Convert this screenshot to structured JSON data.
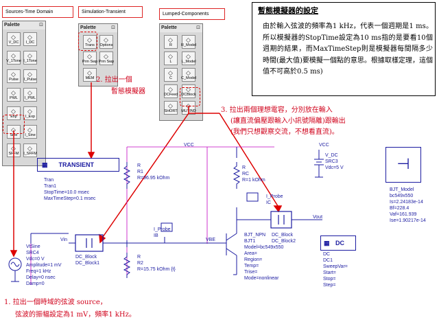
{
  "tabs": {
    "sources": "Sources-Time Domain",
    "simulation": "Simulation-Transient",
    "lumped": "Lumped-Components"
  },
  "palette_label": "Palette",
  "source_palette": [
    "V_DC",
    "I_DC",
    "V_1Tone",
    "I_1Tone",
    "Pulse",
    "I_Pulse",
    "PWL",
    "I_PWL",
    "Exp",
    "I_Exp",
    "Sine",
    "I_Sine",
    "SFFM",
    "I_SFFM"
  ],
  "sim_palette": [
    "Trans",
    "Options",
    "Prm Swp",
    "Prm Swp",
    "MEM"
  ],
  "lumped_palette": [
    "R",
    "R_Model",
    "L",
    "L_Model",
    "C",
    "C_Model",
    "DCFeed",
    "DCBlock",
    "SHORT",
    "MUTIND"
  ],
  "info_box": {
    "title": "暫態模擬器的設定",
    "body": "由於輸入弦波的頻率為1 kHz，代表一個週期是1 ms。所以模擬器的StopTime設定為10 ms指的是要看10個週期的結果，而MaxTimeStep則是模擬器每間隔多少時間(最大值)要模擬一個點的意思。根據取樣定理，這個值不可高於0.5 ms)"
  },
  "notes": {
    "n1_line1": "1. 拉出一個時域的弦波 source，",
    "n1_line2": "弦波的振幅設定為1 mV，頻率1 kHz。",
    "n2_line1": "2. 拉出一個",
    "n2_line2": "暫態模擬器",
    "n3_line1": "3. 拉出兩個理想電容，分別放在輸入",
    "n3_line2": "(讓直流偏壓跟輸入小訊號隔離)跟輸出",
    "n3_line3": "(我們只想觀察交流，不想看直流)。"
  },
  "schematic": {
    "vcc_label": "VCC",
    "vcc_label2": "VCC",
    "transient_title": "TRANSIENT",
    "tran_params": "Tran\nTran1\nStopTime=10.0 msec\nMaxTimeStep=0.1 msec",
    "r1": "R\nR1\nR=96.95 kOhm",
    "rc": "R\nRC\nR=1 kOhm",
    "r2": "R\nR2\nR=15.75 kOhm {t}",
    "iprobe_ic": "I_Probe\nIC",
    "iprobe_ib": "I_Probe\nIB",
    "vdc": "V_DC\nSRC3\nVdc=5 V",
    "vsine": "VtSine\nSRC4\nVdc=0 V\nAmplitude=1 mV\nFreq=1 kHz\nDelay=0 nsec\nDamp=0",
    "vin": "Vin",
    "vbe": "VBE",
    "vout": "Vout",
    "dcblock1": "DC_Block\nDC_Block1",
    "dcblock2": "DC_Block\nDC_Block2",
    "bjt": "BJT_NPN\nBJT1\nModel=bc549x550\nArea=\nRegion=\nTemp=\nTrise=\nMode=nonlinear",
    "dc_title": "DC",
    "dc_params": "DC\nDC1\nSweepVar=\nStart=\nStop=\nStep=",
    "bjt_model": "BJT_Model\nbc549x550\nIs=2.24183e-14\nBf=228.4\nVaf=161.939\nIse=1.90217e-14"
  }
}
